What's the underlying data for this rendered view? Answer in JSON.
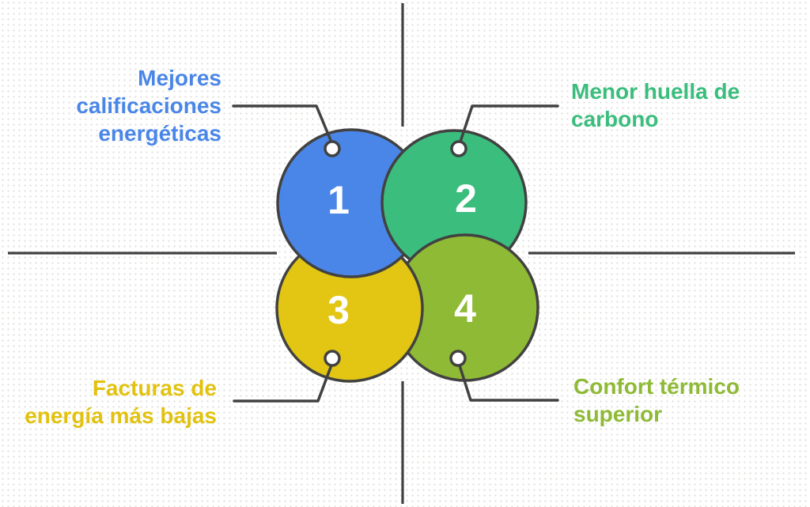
{
  "items": [
    {
      "number": "1",
      "color": "#4a86e8",
      "label_lines": [
        "Mejores",
        "calificaciones",
        "energéticas"
      ]
    },
    {
      "number": "2",
      "color": "#3bbd7e",
      "label_lines": [
        "Menor huella de",
        "carbono"
      ]
    },
    {
      "number": "3",
      "color": "#e2c613",
      "label_lines": [
        "Facturas de",
        "energía más bajas"
      ]
    },
    {
      "number": "4",
      "color": "#8fba35",
      "label_lines": [
        "Confort térmico",
        "superior"
      ]
    }
  ],
  "line_color": "#414141",
  "number_text_color": "#ffffff",
  "connector_fill": "#ffffff"
}
